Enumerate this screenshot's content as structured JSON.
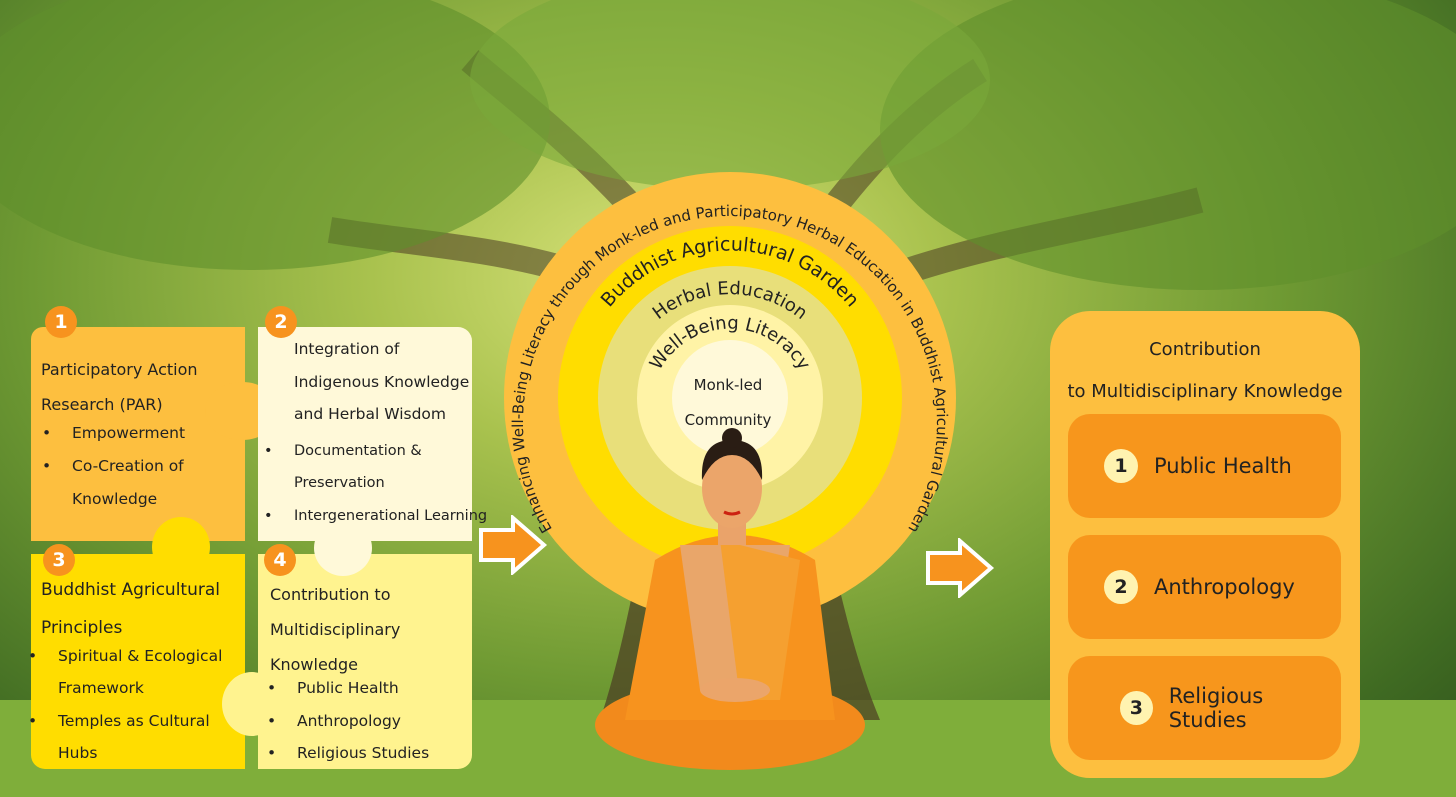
{
  "pieces": [
    {
      "num": "1",
      "title": [
        "Participatory Action",
        "Research (PAR)"
      ],
      "bullets": [
        "Empowerment",
        "Co-Creation of",
        "Knowledge"
      ]
    },
    {
      "num": "2",
      "title": [
        "Integration of",
        "Indigenous Knowledge",
        "and Herbal Wisdom"
      ],
      "bullets": [
        "Documentation &",
        "Preservation",
        "Intergenerational Learning"
      ]
    },
    {
      "num": "3",
      "title": [
        "Buddhist Agricultural",
        "Principles"
      ],
      "bullets": [
        "Spiritual & Ecological",
        "Framework",
        "Temples as Cultural",
        "Hubs"
      ]
    },
    {
      "num": "4",
      "title": [
        "Contribution to",
        "Multidisciplinary",
        "Knowledge"
      ],
      "bullets": [
        "Public Health",
        "Anthropology",
        "Religious Studies"
      ]
    }
  ],
  "circle": {
    "outer": "Enhancing Well-Being Literacy through Monk-led and Participatory Herbal Education in Buddhist Agricultural Garden",
    "ring2": "Buddhist Agricultural Garden",
    "ring3": "Herbal Education",
    "ring4": "Well-Being Literacy",
    "center": [
      "Monk-led",
      "Community"
    ]
  },
  "contribution": {
    "title": [
      "Contribution",
      "to Multidisciplinary Knowledge"
    ],
    "items": [
      {
        "num": "1",
        "label": "Public Health"
      },
      {
        "num": "2",
        "label": "Anthropology"
      },
      {
        "num": "3",
        "label": "Religious Studies"
      }
    ]
  },
  "colors": {
    "orange": "#f7931e",
    "gold": "#fdbf3f",
    "yellow": "#ffdd00",
    "cream": "#fff9d9"
  }
}
